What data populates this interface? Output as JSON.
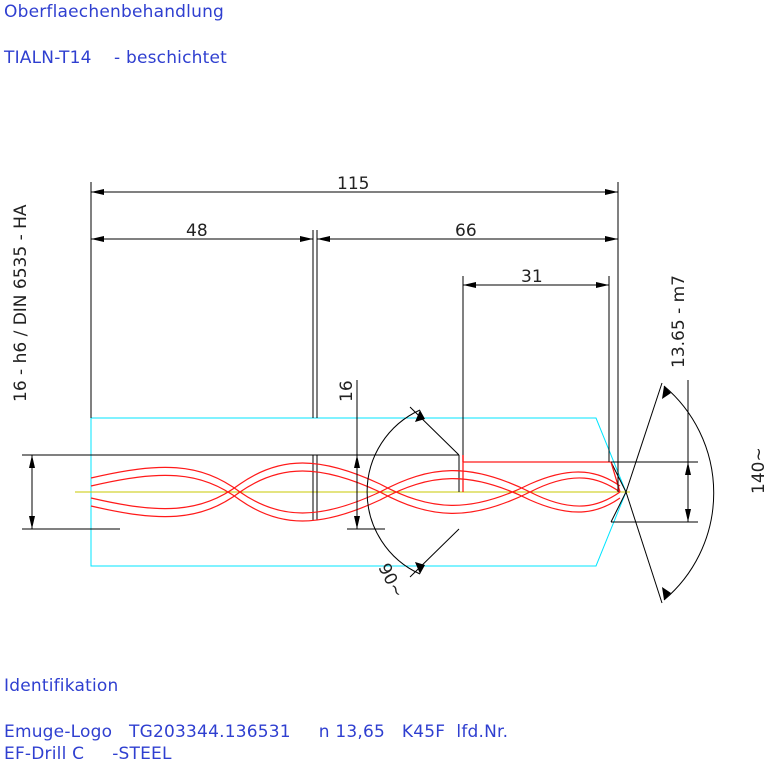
{
  "header": {
    "surface_label": "Oberflaechenbehandlung",
    "coating": "TIALN-T14    - beschichtet"
  },
  "drawing": {
    "dim_total": "115",
    "dim_shank": "48",
    "dim_flute": "66",
    "dim_step": "31",
    "dim_shank_dia": "16",
    "dim_tip_dia": "13.65  -  m7",
    "angle_step": "90~",
    "angle_tip": "140~",
    "shank_spec": "16  -  h6  /  DIN 6535  -  HA"
  },
  "footer": {
    "ident_label": "Identifikation",
    "line1": "Emuge-Logo   TG203344.136531     n 13,65   K45F  lfd.Nr.",
    "line2": "EF-Drill C     -STEEL"
  },
  "colors": {
    "text": "#2f3fd0",
    "dimension": "#000000",
    "outline": "#00e5ff",
    "helix": "#ff1a1a",
    "axis": "#c8c800"
  }
}
